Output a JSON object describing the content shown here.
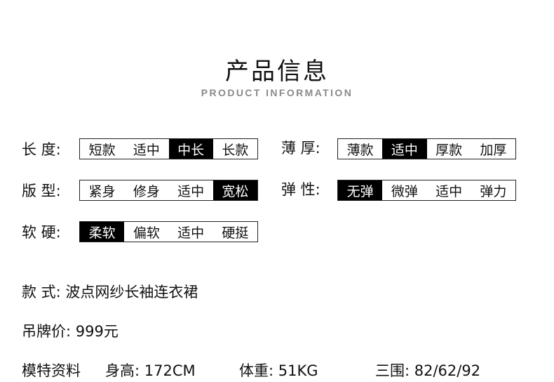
{
  "header": {
    "title": "产品信息",
    "subtitle": "PRODUCT INFORMATION"
  },
  "attributes": {
    "length": {
      "label": "长 度:",
      "options": [
        "短款",
        "适中",
        "中长",
        "长款"
      ],
      "selected": 2
    },
    "thickness": {
      "label": "薄 厚:",
      "options": [
        "薄款",
        "适中",
        "厚款",
        "加厚"
      ],
      "selected": 1
    },
    "fit": {
      "label": "版 型:",
      "options": [
        "紧身",
        "修身",
        "适中",
        "宽松"
      ],
      "selected": 3
    },
    "elasticity": {
      "label": "弹 性:",
      "options": [
        "无弹",
        "微弹",
        "适中",
        "弹力"
      ],
      "selected": 0
    },
    "softness": {
      "label": "软 硬:",
      "options": [
        "柔软",
        "偏软",
        "适中",
        "硬挺"
      ],
      "selected": 0
    }
  },
  "details": {
    "style": "款 式: 波点网纱长袖连衣裙",
    "price": "吊牌价: 999元",
    "model_label": "模特资料",
    "height": "身高: 172CM",
    "weight": "体重: 51KG",
    "measurements": "三围: 82/62/92"
  },
  "colors": {
    "selected_bg": "#000000",
    "selected_text": "#ffffff",
    "subtitle": "#8a8a8a"
  }
}
